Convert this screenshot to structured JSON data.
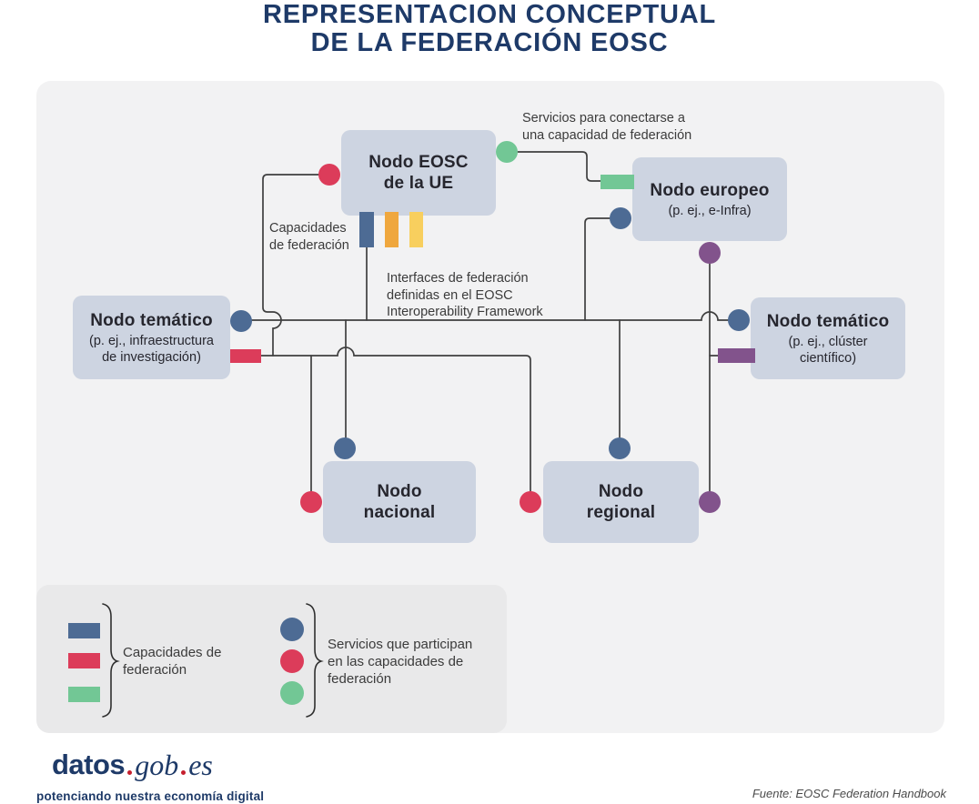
{
  "title": {
    "line1": "REPRESENTACION CONCEPTUAL",
    "line2": "DE LA FEDERACIÓN EOSC"
  },
  "colors": {
    "navy": "#1E3A68",
    "blue": "#4D6B94",
    "red": "#DC3C5A",
    "green": "#72C795",
    "purple": "#82538C",
    "orange": "#EFA73E",
    "yellow": "#F8CF5E",
    "node_box": "#CDD4E1",
    "panel": "#F2F2F3",
    "legend_panel": "#E9E9EA",
    "line": "#3F3F3F"
  },
  "nodes": {
    "eosc": {
      "line1": "Nodo EOSC",
      "line2": "de la UE"
    },
    "europeo": {
      "title": "Nodo europeo",
      "subtitle": "(p. ej., e-Infra)"
    },
    "tematico_izq": {
      "title": "Nodo temático",
      "sub1": "(p. ej., infraestructura",
      "sub2": "de investigación)"
    },
    "tematico_der": {
      "title": "Nodo temático",
      "sub1": "(p. ej., clúster",
      "sub2": "científico)"
    },
    "nacional": {
      "line1": "Nodo",
      "line2": "nacional"
    },
    "regional": {
      "line1": "Nodo",
      "line2": "regional"
    }
  },
  "annotations": {
    "servicios_conectarse": {
      "line1": "Servicios para conectarse a",
      "line2": "una capacidad de federación"
    },
    "capacidades": {
      "line1": "Capacidades",
      "line2": "de federación"
    },
    "interfaces": {
      "line1": "Interfaces de federación",
      "line2": "definidas en el EOSC",
      "line3": "Interoperability Framework"
    }
  },
  "legend": {
    "capacidades": {
      "line1": "Capacidades de",
      "line2": "federación"
    },
    "servicios": {
      "line1": "Servicios que participan",
      "line2": "en las capacidades de",
      "line3": "federación"
    }
  },
  "footer": {
    "logo_datos": "datos",
    "logo_gob": "gob",
    "logo_es": "es",
    "tagline": "potenciando nuestra economía digital",
    "source": "Fuente: EOSC Federation Handbook"
  }
}
